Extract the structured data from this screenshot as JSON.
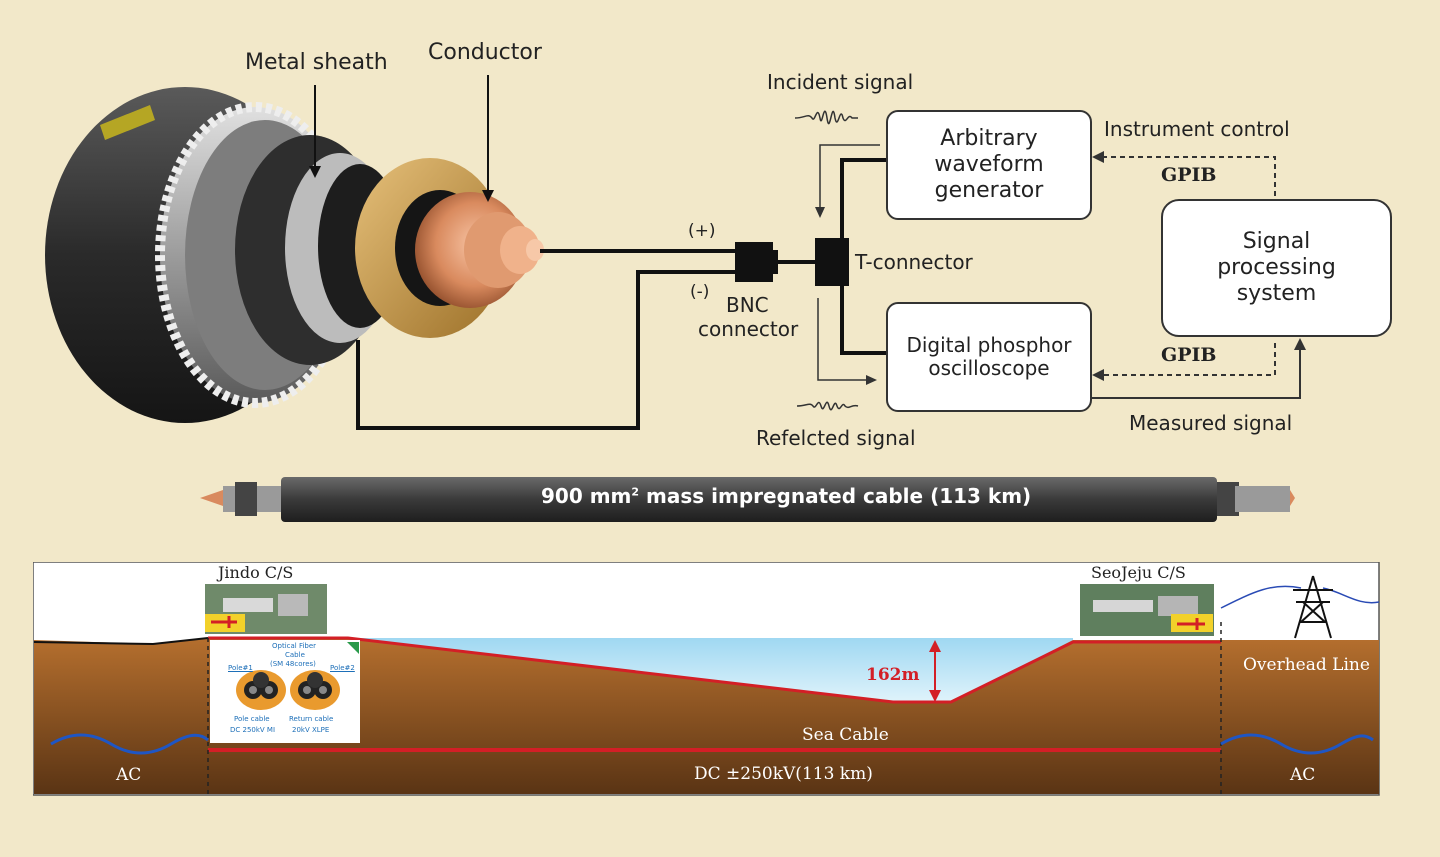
{
  "cable_diagram": {
    "labels": {
      "metal_sheath": "Metal sheath",
      "conductor": "Conductor",
      "plus": "(+)",
      "minus": "(-)",
      "bnc_line1": "BNC",
      "bnc_line2": "connector",
      "t_connector": "T-connector",
      "incident_signal": "Incident signal",
      "reflected_signal": "Refelcted signal",
      "instrument_control": "Instrument control",
      "measured_signal": "Measured signal",
      "gpib_top": "GPIB",
      "gpib_bottom": "GPIB"
    },
    "boxes": {
      "awg": [
        "Arbitrary",
        "waveform",
        "generator"
      ],
      "dpo": [
        "Digital phosphor",
        "oscilloscope"
      ],
      "sps": [
        "Signal",
        "processing",
        "system"
      ]
    }
  },
  "cable_bar": {
    "text_prefix": "900 mm",
    "superscript": "2",
    "text_suffix": " mass impregnated cable (113 km)"
  },
  "route": {
    "jindo": "Jindo C/S",
    "seojeju": "SeoJeju C/S",
    "depth": "162m",
    "sea_cable": "Sea Cable",
    "overhead_line": "Overhead Line",
    "ac_left": "AC",
    "ac_right": "AC",
    "dc": "DC ±250kV(113 km)",
    "inset": {
      "optical_fiber_1": "Optical Fiber",
      "optical_fiber_2": "Cable",
      "optical_fiber_3": "(SM 48cores)",
      "pole1": "Pole#1",
      "pole2": "Pole#2",
      "pole_cable_1": "Pole cable",
      "pole_cable_2": "DC 250kV MI",
      "return_cable_1": "Return cable",
      "return_cable_2": "20kV XLPE"
    }
  },
  "colors": {
    "background": "#f2e8c9",
    "cable_red": "#d31f26",
    "sea": "#bfe6f7",
    "ground": "#a5652a",
    "copper": "#d98a5e"
  }
}
